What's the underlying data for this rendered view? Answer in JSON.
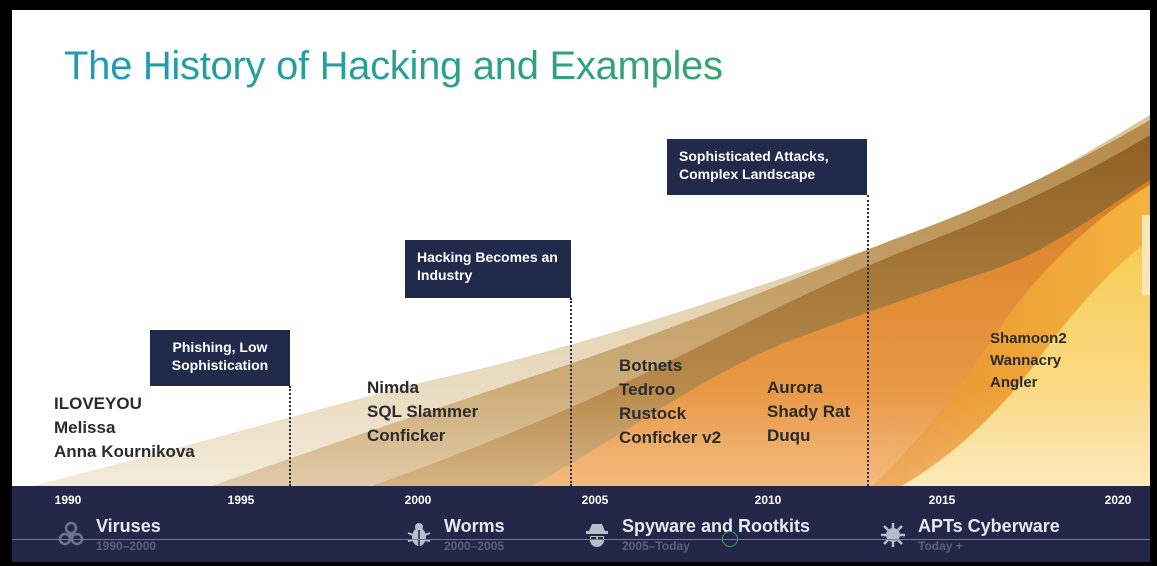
{
  "title": "The History of Hacking and Examples",
  "eras": [
    {
      "label": "Phishing, Low Sophistication"
    },
    {
      "label": "Hacking Becomes an Industry"
    },
    {
      "label": "Sophisticated Attacks, Complex Landscape"
    }
  ],
  "example_groups": [
    {
      "items": [
        "ILOVEYOU",
        "Melissa",
        "Anna Kournikova"
      ]
    },
    {
      "items": [
        "Nimda",
        "SQL Slammer",
        "Conficker"
      ]
    },
    {
      "items": [
        "Botnets",
        "Tedroo",
        "Rustock",
        "Conficker v2"
      ]
    },
    {
      "items": [
        "Aurora",
        "Shady Rat",
        "Duqu"
      ]
    },
    {
      "items": [
        "Shamoon2",
        "Wannacry",
        "Angler"
      ]
    }
  ],
  "timeline": {
    "years": [
      "1990",
      "1995",
      "2000",
      "2005",
      "2010",
      "2015",
      "2020"
    ],
    "categories": [
      {
        "name": "Viruses",
        "range": "1990–2000",
        "icon": "biohazard-icon"
      },
      {
        "name": "Worms",
        "range": "2000–2005",
        "icon": "bug-icon"
      },
      {
        "name": "Spyware and Rootkits",
        "range": "2005–Today",
        "icon": "spy-icon"
      },
      {
        "name": "APTs Cyberware",
        "range": "Today +",
        "icon": "virus-icon"
      }
    ]
  },
  "colors": {
    "title_start": "#1f9bb4",
    "title_end": "#34a46c",
    "era_box": "#222a4c",
    "timeline_bar": "#232646",
    "layer_1": "#e6d3ae",
    "layer_2": "#c39b5c",
    "layer_3": "#9a6c2a",
    "layer_4": "#e99a3e",
    "layer_5": "#f2b646",
    "layer_6": "#f6c44a"
  }
}
